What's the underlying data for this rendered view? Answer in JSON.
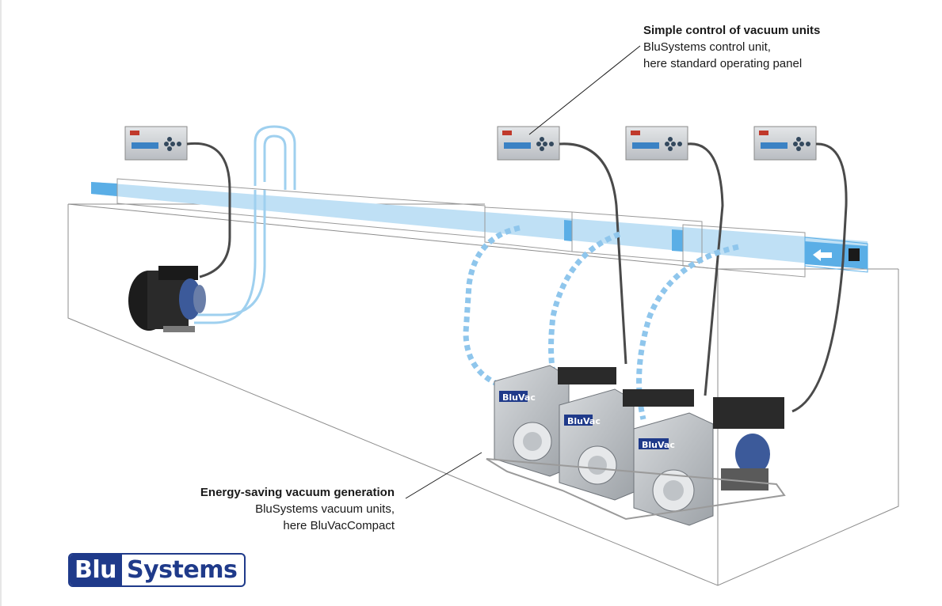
{
  "callouts": {
    "control": {
      "heading": "Simple control of vacuum units",
      "line1": "BluSystems control unit,",
      "line2": "here standard operating panel"
    },
    "vacuum": {
      "heading": "Energy-saving vacuum generation",
      "line1": "BluSystems vacuum units,",
      "line2": "here BluVacCompact"
    }
  },
  "logo": {
    "part1": "Blu",
    "part2": "Systems"
  },
  "unit_badge": {
    "part1": "Blu",
    "part2": "Vac"
  },
  "colors": {
    "brand_blue": "#1f3a8a",
    "duct_blue": "#bfe0f5",
    "duct_accent": "#5aaee6",
    "outline_gray": "#8a8a8a",
    "panel_gray": "#c8ccd0"
  },
  "icons": [
    "flow-arrow-icon",
    "cable-icon",
    "control-panel-icon",
    "vacuum-pump-icon",
    "motor-icon"
  ]
}
